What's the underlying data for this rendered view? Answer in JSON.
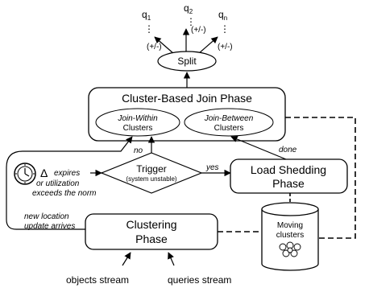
{
  "outputs": {
    "q1": "q",
    "q1_sub": "1",
    "q2": "q",
    "q2_sub": "2",
    "qn": "q",
    "qn_sub": "n",
    "dots": "⋮",
    "sign_left": "(+/-)",
    "sign_mid": "(+/-)",
    "sign_right": "(+/-)"
  },
  "split": "Split",
  "join_phase": {
    "title": "Cluster-Based Join Phase",
    "within_line1": "Join-Within",
    "within_line2": "Clusters",
    "between_line1": "Join-Between",
    "between_line2": "Clusters"
  },
  "trigger": {
    "title": "Trigger",
    "subtitle": "(system unstable)",
    "no": "no",
    "yes": "yes"
  },
  "load_shedding": {
    "line1": "Load Shedding",
    "line2": "Phase",
    "done": "done"
  },
  "timer": {
    "delta": "Δ",
    "line1": "expires",
    "line2": "or utilization",
    "line3": "exceeds the norm"
  },
  "clustering": {
    "line1": "Clustering",
    "line2": "Phase",
    "new_loc_line1": "new location",
    "new_loc_line2": "update arrives"
  },
  "storage": {
    "line1": "Moving",
    "line2": "clusters"
  },
  "streams": {
    "objects": "objects stream",
    "queries": "queries stream"
  }
}
